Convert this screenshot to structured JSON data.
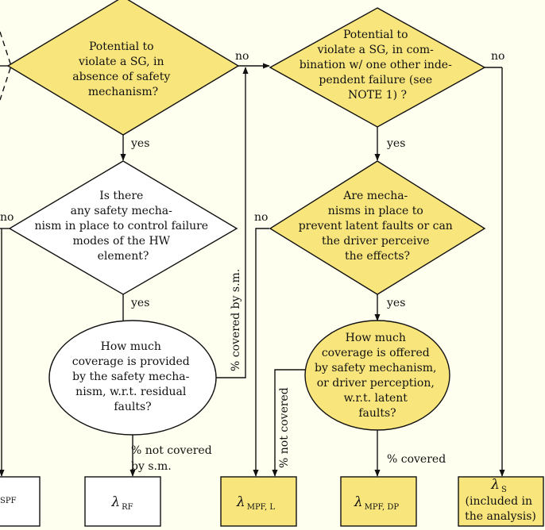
{
  "nodes": {
    "d1": {
      "lines": [
        "Potential to",
        "violate a SG, in",
        "absence of safety",
        "mechanism?"
      ],
      "fill": "#F8E57C"
    },
    "d2": {
      "lines": [
        "Potential to",
        "violate a SG, in com-",
        "bination w/ one other inde-",
        "pendent failure (see",
        "NOTE 1) ?"
      ],
      "fill": "#F8E57C"
    },
    "d3": {
      "lines": [
        "Is there",
        "any safety mecha-",
        "nism in place to control failure",
        "modes of the HW",
        "element?"
      ],
      "fill": "#FFFFFF"
    },
    "d4": {
      "lines": [
        "Are mecha-",
        "nisms in place to",
        "prevent latent faults or can",
        "the driver perceive",
        "the effects?"
      ],
      "fill": "#F8E57C"
    },
    "e1": {
      "lines": [
        "How much",
        "coverage is provided",
        "by the safety mecha-",
        "nism, w.r.t. residual",
        "faults?"
      ],
      "fill": "#FFFFFF"
    },
    "e2": {
      "lines": [
        "How much",
        "coverage is offered",
        "by safety mechanism,",
        "or driver perception,",
        "w.r.t. latent",
        "faults?"
      ],
      "fill": "#F8E57C"
    }
  },
  "labels": {
    "no_left": "no",
    "no_d1": "no",
    "no_d2": "no",
    "no_d4": "no",
    "yes_d1": "yes",
    "yes_d2": "yes",
    "yes_d3": "yes",
    "yes_d4": "yes",
    "covered_sm": "% covered by s.m.",
    "not_covered_sm": [
      "% not covered",
      "by s.m."
    ],
    "not_covered": "% not covered",
    "covered": "% covered"
  },
  "outputs": {
    "spf": {
      "sub": "SPF",
      "fill": "#FFFFFF"
    },
    "rf": {
      "symbol": "λ",
      "sub": "RF",
      "fill": "#FFFFFF"
    },
    "mpf_l": {
      "symbol": "λ",
      "sub": "MPF, L",
      "fill": "#F8E57C"
    },
    "mpf_dp": {
      "symbol": "λ",
      "sub": "MPF, DP",
      "fill": "#F8E57C"
    },
    "s": {
      "symbol": "λ",
      "sub": "S",
      "note": [
        "(included in",
        "the analysis)"
      ],
      "fill": "#F8E57C"
    }
  }
}
